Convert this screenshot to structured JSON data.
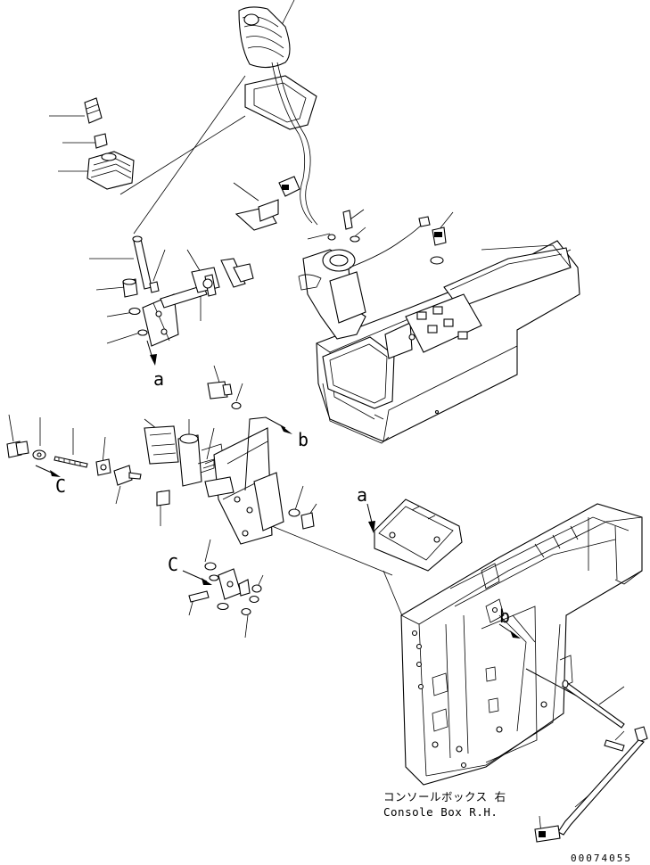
{
  "view_labels": {
    "a_upper": "a",
    "b_upper": "b",
    "c_left": "C",
    "c_lower": "C",
    "a_lower": "a",
    "b_lower": "b"
  },
  "caption": {
    "japanese": "コンソールボックス 右",
    "english": "Console Box R.H."
  },
  "drawing_code": "00074055"
}
